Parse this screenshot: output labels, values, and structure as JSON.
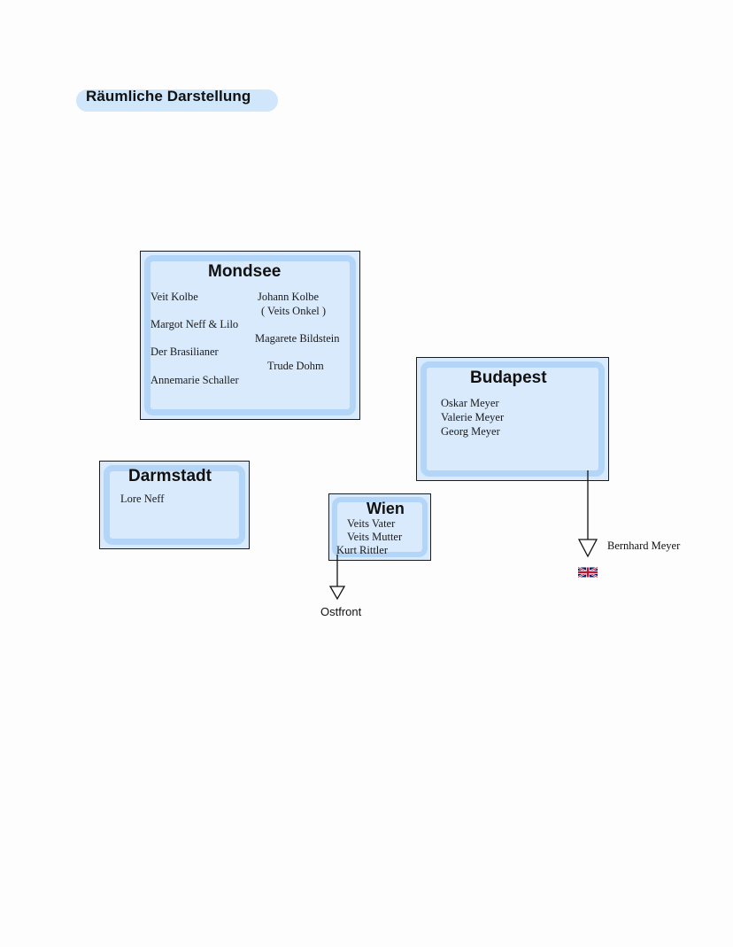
{
  "heading": "Räumliche Darstellung",
  "places": {
    "mondsee": {
      "title": "Mondsee",
      "people": [
        "Veit Kolbe",
        "Johann Kolbe",
        "( Veits Onkel )",
        "Margot Neff & Lilo",
        "Magarete Bildstein",
        "Der Brasilianer",
        "Trude Dohm",
        "Annemarie Schaller"
      ]
    },
    "budapest": {
      "title": "Budapest",
      "people": [
        "Oskar Meyer",
        "Valerie Meyer",
        "Georg Meyer"
      ]
    },
    "darmstadt": {
      "title": "Darmstadt",
      "people": [
        "Lore Neff"
      ]
    },
    "wien": {
      "title": "Wien",
      "people": [
        "Veits Vater",
        "Veits Mutter",
        "Kurt Rittler"
      ]
    }
  },
  "destinations": {
    "ostfront": "Ostfront",
    "bernhard": "Bernhard Meyer",
    "flag_icon": "uk-flag-icon"
  },
  "colors": {
    "box_fill": "#d8eafc",
    "brush": "#b3d6f8",
    "heading_pill": "#cfe6fb",
    "outline": "#1c1c1c"
  }
}
